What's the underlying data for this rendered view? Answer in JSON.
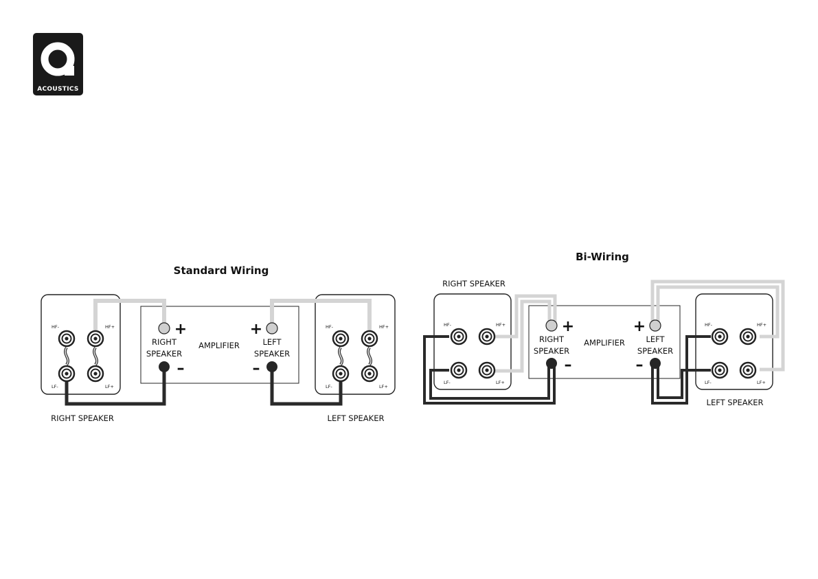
{
  "logo": {
    "letter": "Q",
    "text": "ACOUSTICS",
    "background": "#1a1a1a"
  },
  "colors": {
    "positive_wire": "#d4d4d4",
    "negative_wire": "#2a2a2a",
    "terminal_positive": "#cfcfcf",
    "terminal_negative": "#262626"
  },
  "standard": {
    "title": "Standard Wiring",
    "amplifier": "AMPLIFIER",
    "right_terminal": [
      "RIGHT",
      "SPEAKER"
    ],
    "left_terminal": [
      "LEFT",
      "SPEAKER"
    ],
    "plus": "+",
    "minus": "–",
    "right_speaker_label": "RIGHT SPEAKER",
    "left_speaker_label": "LEFT SPEAKER",
    "terminals": {
      "hf_minus": "HF-",
      "hf_plus": "HF+",
      "lf_minus": "LF-",
      "lf_plus": "LF+"
    }
  },
  "biwiring": {
    "title": "Bi-Wiring",
    "amplifier": "AMPLIFIER",
    "right_terminal": [
      "RIGHT",
      "SPEAKER"
    ],
    "left_terminal": [
      "LEFT",
      "SPEAKER"
    ],
    "plus": "+",
    "minus": "–",
    "right_speaker_label": "RIGHT SPEAKER",
    "left_speaker_label": "LEFT SPEAKER",
    "terminals": {
      "hf_minus": "HF-",
      "hf_plus": "HF+",
      "lf_minus": "LF-",
      "lf_plus": "LF+"
    }
  }
}
